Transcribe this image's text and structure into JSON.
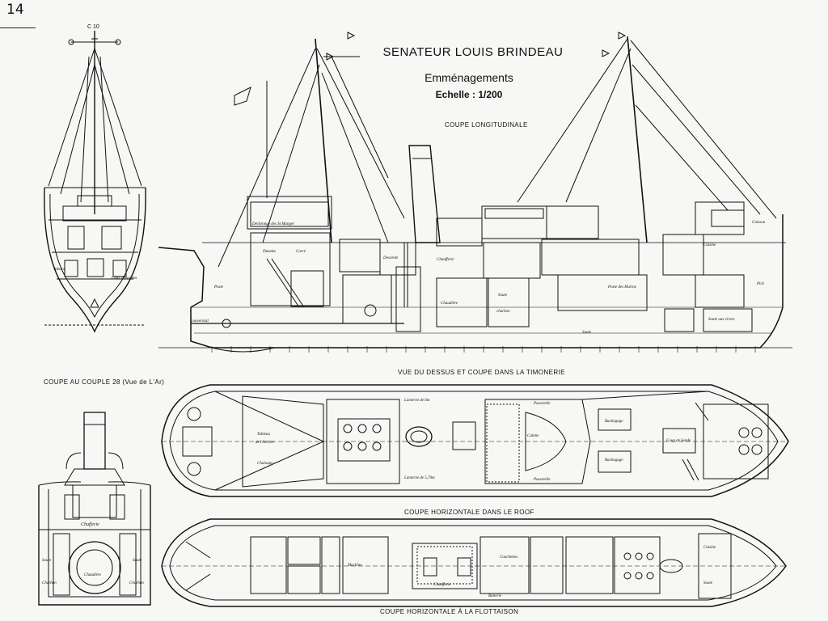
{
  "page_number": "14",
  "title": "SENATEUR LOUIS BRINDEAU",
  "subtitle": "Emménagements",
  "scale": "Echelle : 1/200",
  "section_labels": {
    "longitudinal": "COUPE LONGITUDINALE",
    "frame_section": "COUPE AU COUPLE 28 (Vue de L'Ar)",
    "top_view": "VUE DU DESSUS ET COUPE DANS LA TIMONERIE",
    "roof_section": "COUPE HORIZONTALE DANS LE ROOF",
    "waterline_section": "COUPE HORIZONTALE À LA FLOTTAISON"
  },
  "mast_label": "C 10",
  "colors": {
    "ink": "#111111",
    "paper": "#f7f7f5"
  }
}
